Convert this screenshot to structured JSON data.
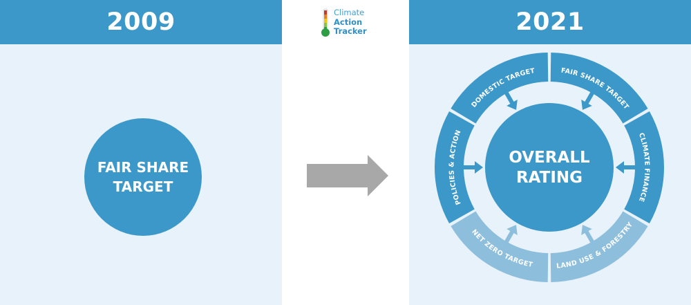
{
  "left_panel": {
    "year": "2009",
    "circle_line1": "FAIR SHARE",
    "circle_line2": "TARGET"
  },
  "right_panel": {
    "year": "2021",
    "center_line1": "OVERALL",
    "center_line2": "RATING"
  },
  "logo": {
    "line1": "Climate",
    "line2": "Action",
    "line3": "Tracker",
    "icon": "thermometer-icon"
  },
  "transition_arrow": {
    "icon": "right-arrow-icon",
    "color": "#a8a8a8"
  },
  "segments": [
    {
      "label": "DOMESTIC TARGET",
      "style": "dark"
    },
    {
      "label": "FAIR SHARE TARGET",
      "style": "dark"
    },
    {
      "label": "CLIMATE FINANCE",
      "style": "dark"
    },
    {
      "label": "LAND USE & FORESTRY",
      "style": "light"
    },
    {
      "label": "NET ZERO TARGET",
      "style": "light"
    },
    {
      "label": "POLICIES & ACTION",
      "style": "dark"
    }
  ],
  "colors": {
    "primary_blue": "#3b98c8",
    "light_blue": "#8dbfdd",
    "panel_background": "#e8f2fa",
    "arrow_grey": "#a8a8a8"
  }
}
